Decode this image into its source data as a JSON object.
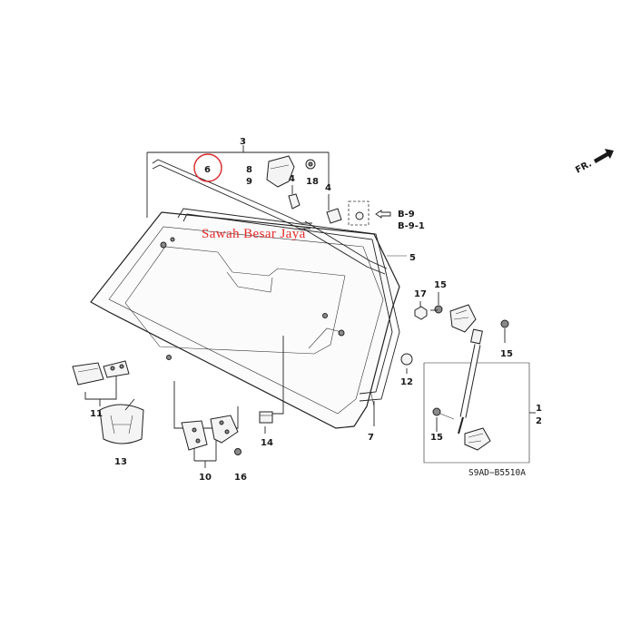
{
  "callouts": {
    "c1": "1",
    "c2": "2",
    "c3": "3",
    "c4a": "4",
    "c4b": "4",
    "c5": "5",
    "c6": "6",
    "c7": "7",
    "c8": "8",
    "c9": "9",
    "c10": "10",
    "c11": "11",
    "c12": "12",
    "c13": "13",
    "c14": "14",
    "c15a": "15",
    "c15b": "15",
    "c15c": "15",
    "c16": "16",
    "c17": "17",
    "c18": "18"
  },
  "references": {
    "b9": "B-9",
    "b91": "B-9-1"
  },
  "direction": {
    "label": "FR."
  },
  "diagram_code": "S9AD−B5510A",
  "watermark": "Sawah Besar Jaya",
  "highlight_color": "#d9262b",
  "watermark_color": "#e22a2a"
}
